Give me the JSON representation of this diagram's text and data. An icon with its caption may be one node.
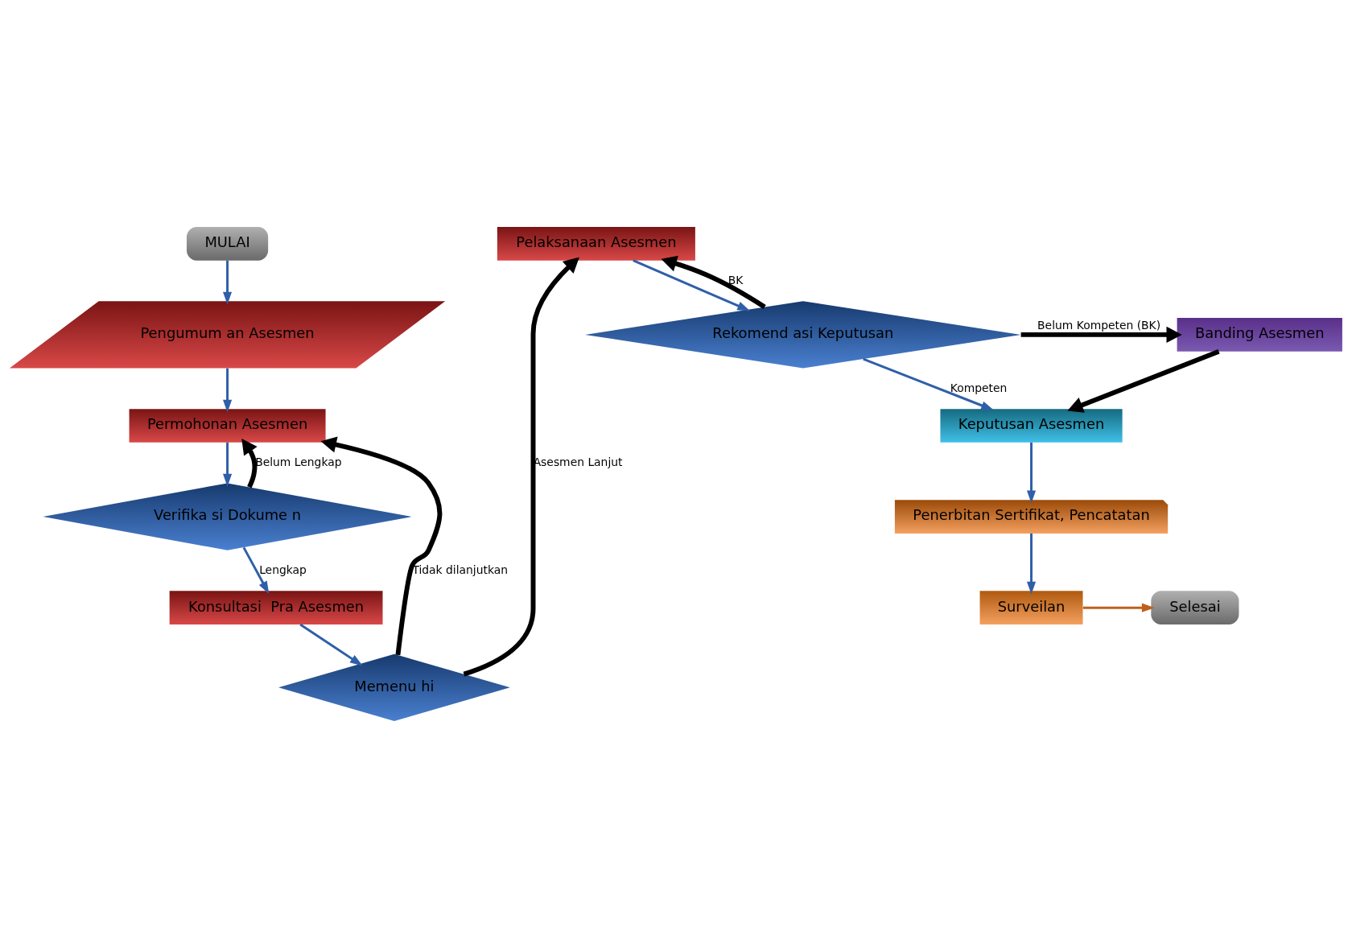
{
  "diagram": {
    "nodes": [
      {
        "text": [
          "MULAI"
        ]
      },
      {
        "text": [
          "Pengumum an Asesmen"
        ]
      },
      {
        "text": [
          "Permohonan Asesmen"
        ]
      },
      {
        "text": [
          "Verifika si Dokume n"
        ]
      },
      {
        "text": [
          "Konsultasi  Pra Asesmen"
        ]
      },
      {
        "text": [
          "Memenu hi"
        ]
      },
      {
        "text": [
          "Pelaksanaan Asesmen"
        ]
      },
      {
        "text": [
          "Rekomend asi Keputusan"
        ]
      },
      {
        "text": [
          "Banding Asesmen"
        ]
      },
      {
        "text": [
          "Keputusan Asesmen"
        ]
      },
      {
        "text": [
          "Penerbitan Sertifikat, Pencatatan"
        ]
      },
      {
        "text": [
          "Surveilan"
        ]
      },
      {
        "text": [
          "Selesai"
        ]
      }
    ],
    "edges": [
      {
        "from": 0,
        "to": 1,
        "arrow": "to"
      },
      {
        "from": 1,
        "to": 2,
        "arrow": "to"
      },
      {
        "from": 2,
        "to": 3,
        "arrow": "to"
      },
      {
        "from": 3,
        "to": 4,
        "arrow": "to",
        "label": "Lengkap"
      },
      {
        "from": 3,
        "to": 2,
        "arrow": "to",
        "label": "Belum Lengkap",
        "style": "thick",
        "color": "#000000"
      },
      {
        "from": 4,
        "to": 5,
        "arrow": "to"
      },
      {
        "from": 5,
        "to": 2,
        "arrow": "to",
        "label": "Tidak dilanjutkan",
        "style": "thick",
        "color": "#000000"
      },
      {
        "from": 5,
        "to": 6,
        "arrow": "to",
        "label": "Asesmen Lanjut",
        "style": "thick",
        "color": "#000000"
      },
      {
        "from": 6,
        "to": 7,
        "arrow": "to"
      },
      {
        "from": 7,
        "to": 6,
        "arrow": "to",
        "label": "BK",
        "style": "thick",
        "color": "#000000"
      },
      {
        "from": 7,
        "to": 8,
        "arrow": "to",
        "label": "Belum Kompeten (BK)",
        "style": "thick",
        "color": "#000000"
      },
      {
        "from": 8,
        "to": 9,
        "arrow": "to",
        "style": "thick",
        "color": "#000000"
      },
      {
        "from": 7,
        "to": 9,
        "arrow": "to",
        "label": "Kompeten"
      },
      {
        "from": 9,
        "to": 10,
        "arrow": "to"
      },
      {
        "from": 10,
        "to": 11,
        "arrow": "to"
      },
      {
        "from": 11,
        "to": 12,
        "arrow": "to",
        "color": "#c0601a"
      }
    ]
  }
}
